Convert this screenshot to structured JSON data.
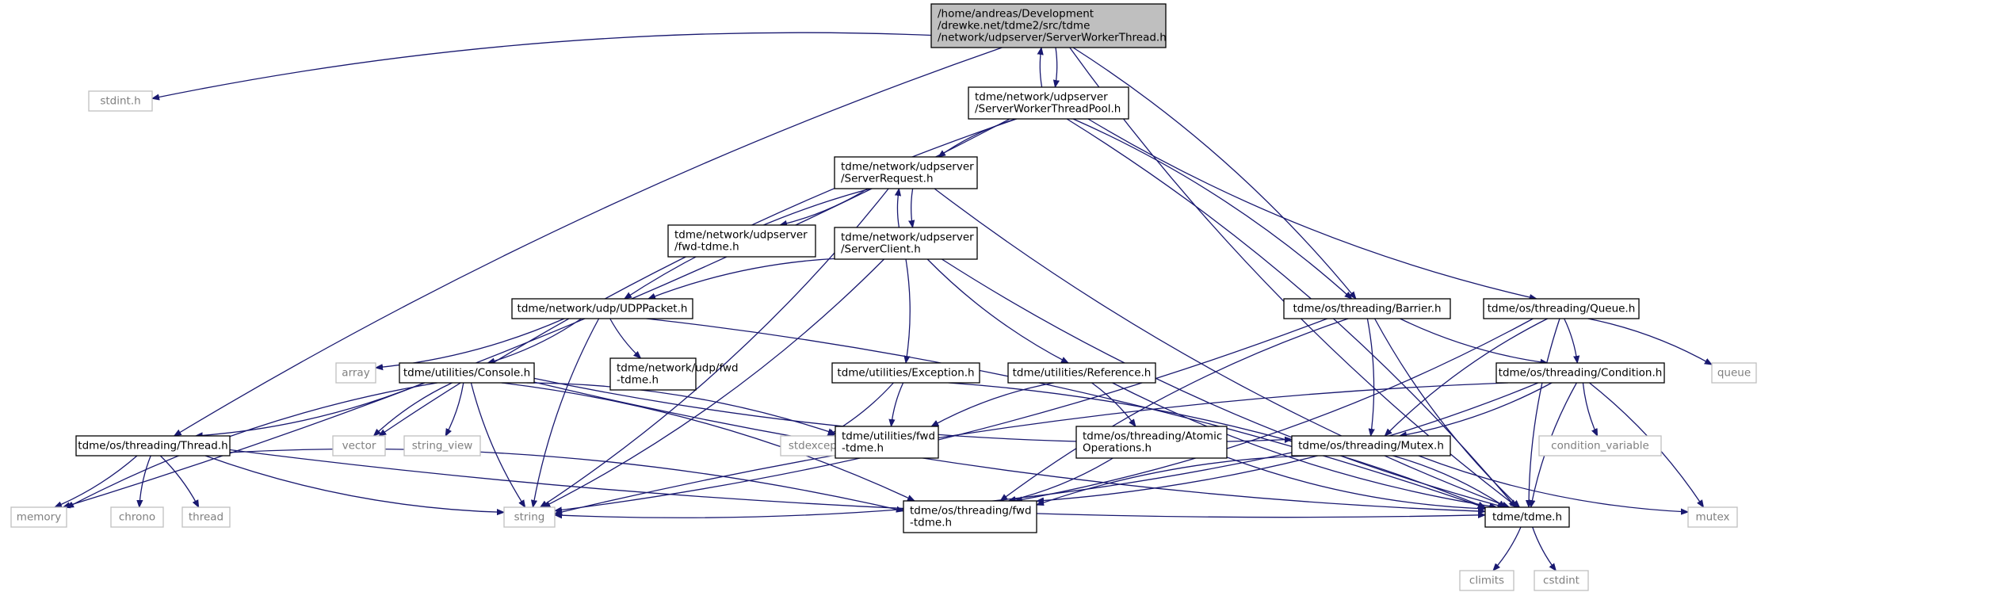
{
  "diagram": {
    "type": "include-dependency-graph",
    "colors": {
      "edge": "#191970",
      "root_fill": "#bfbfbf",
      "system_border": "#bfbfbf",
      "system_text": "#7f7f7f"
    },
    "nodes": [
      {
        "id": "root",
        "lines": [
          "/home/andreas/Development",
          "/drewke.net/tdme2/src/tdme",
          "/network/udpserver/ServerWorkerThread.h"
        ],
        "kind": "root"
      },
      {
        "id": "stdint",
        "lines": [
          "stdint.h"
        ],
        "kind": "system"
      },
      {
        "id": "pool",
        "lines": [
          "tdme/network/udpserver",
          "/ServerWorkerThreadPool.h"
        ],
        "kind": "header"
      },
      {
        "id": "request",
        "lines": [
          "tdme/network/udpserver",
          "/ServerRequest.h"
        ],
        "kind": "header"
      },
      {
        "id": "fwd_udpserver",
        "lines": [
          "tdme/network/udpserver",
          "/fwd-tdme.h"
        ],
        "kind": "header"
      },
      {
        "id": "client",
        "lines": [
          "tdme/network/udpserver",
          "/ServerClient.h"
        ],
        "kind": "header"
      },
      {
        "id": "udppacket",
        "lines": [
          "tdme/network/udp/UDPPacket.h"
        ],
        "kind": "header"
      },
      {
        "id": "barrier",
        "lines": [
          "tdme/os/threading/Barrier.h"
        ],
        "kind": "header"
      },
      {
        "id": "queue_h",
        "lines": [
          "tdme/os/threading/Queue.h"
        ],
        "kind": "header"
      },
      {
        "id": "array",
        "lines": [
          "array"
        ],
        "kind": "system"
      },
      {
        "id": "fwd_udp",
        "lines": [
          "tdme/network/udp/fwd",
          "-tdme.h"
        ],
        "kind": "header"
      },
      {
        "id": "console",
        "lines": [
          "tdme/utilities/Console.h"
        ],
        "kind": "header"
      },
      {
        "id": "exception",
        "lines": [
          "tdme/utilities/Exception.h"
        ],
        "kind": "header"
      },
      {
        "id": "reference",
        "lines": [
          "tdme/utilities/Reference.h"
        ],
        "kind": "header"
      },
      {
        "id": "queue",
        "lines": [
          "queue"
        ],
        "kind": "system"
      },
      {
        "id": "condition",
        "lines": [
          "tdme/os/threading/Condition.h"
        ],
        "kind": "header"
      },
      {
        "id": "thread_h",
        "lines": [
          "tdme/os/threading/Thread.h"
        ],
        "kind": "header"
      },
      {
        "id": "vector",
        "lines": [
          "vector"
        ],
        "kind": "system"
      },
      {
        "id": "string_view",
        "lines": [
          "string_view"
        ],
        "kind": "system"
      },
      {
        "id": "stdexcept",
        "lines": [
          "stdexcept"
        ],
        "kind": "system"
      },
      {
        "id": "fwd_utilities",
        "lines": [
          "tdme/utilities/fwd",
          "-tdme.h"
        ],
        "kind": "header"
      },
      {
        "id": "atomic",
        "lines": [
          "tdme/os/threading/Atomic",
          "Operations.h"
        ],
        "kind": "header"
      },
      {
        "id": "mutex_h",
        "lines": [
          "tdme/os/threading/Mutex.h"
        ],
        "kind": "header"
      },
      {
        "id": "condvar",
        "lines": [
          "condition_variable"
        ],
        "kind": "system"
      },
      {
        "id": "memory",
        "lines": [
          "memory"
        ],
        "kind": "system"
      },
      {
        "id": "chrono",
        "lines": [
          "chrono"
        ],
        "kind": "system"
      },
      {
        "id": "thread",
        "lines": [
          "thread"
        ],
        "kind": "system"
      },
      {
        "id": "string",
        "lines": [
          "string"
        ],
        "kind": "system"
      },
      {
        "id": "fwd_threading",
        "lines": [
          "tdme/os/threading/fwd",
          "-tdme.h"
        ],
        "kind": "header"
      },
      {
        "id": "tdme_h",
        "lines": [
          "tdme/tdme.h"
        ],
        "kind": "header"
      },
      {
        "id": "mutex",
        "lines": [
          "mutex"
        ],
        "kind": "system"
      },
      {
        "id": "climits",
        "lines": [
          "climits"
        ],
        "kind": "system"
      },
      {
        "id": "cstdint",
        "lines": [
          "cstdint"
        ],
        "kind": "system"
      }
    ],
    "edges": [
      [
        "root",
        "stdint"
      ],
      [
        "root",
        "pool"
      ],
      [
        "root",
        "thread_h"
      ],
      [
        "root",
        "barrier"
      ],
      [
        "root",
        "tdme_h"
      ],
      [
        "pool",
        "root"
      ],
      [
        "pool",
        "request"
      ],
      [
        "pool",
        "barrier"
      ],
      [
        "pool",
        "queue_h"
      ],
      [
        "pool",
        "memory"
      ],
      [
        "pool",
        "vector"
      ],
      [
        "pool",
        "tdme_h"
      ],
      [
        "request",
        "client"
      ],
      [
        "request",
        "fwd_udpserver"
      ],
      [
        "request",
        "udppacket"
      ],
      [
        "request",
        "string"
      ],
      [
        "request",
        "tdme_h"
      ],
      [
        "client",
        "request"
      ],
      [
        "client",
        "udppacket"
      ],
      [
        "client",
        "exception"
      ],
      [
        "client",
        "reference"
      ],
      [
        "client",
        "string"
      ],
      [
        "client",
        "tdme_h"
      ],
      [
        "udppacket",
        "array"
      ],
      [
        "udppacket",
        "fwd_udp"
      ],
      [
        "udppacket",
        "console"
      ],
      [
        "udppacket",
        "string"
      ],
      [
        "udppacket",
        "tdme_h"
      ],
      [
        "barrier",
        "condition"
      ],
      [
        "barrier",
        "mutex_h"
      ],
      [
        "barrier",
        "fwd_threading"
      ],
      [
        "barrier",
        "string"
      ],
      [
        "barrier",
        "tdme_h"
      ],
      [
        "queue_h",
        "condition"
      ],
      [
        "queue_h",
        "mutex_h"
      ],
      [
        "queue_h",
        "queue"
      ],
      [
        "queue_h",
        "tdme_h"
      ],
      [
        "queue_h",
        "fwd_threading"
      ],
      [
        "console",
        "memory"
      ],
      [
        "console",
        "thread_h"
      ],
      [
        "console",
        "vector"
      ],
      [
        "console",
        "string_view"
      ],
      [
        "console",
        "string"
      ],
      [
        "console",
        "fwd_utilities"
      ],
      [
        "console",
        "mutex_h"
      ],
      [
        "console",
        "fwd_threading"
      ],
      [
        "console",
        "tdme_h"
      ],
      [
        "exception",
        "stdexcept"
      ],
      [
        "exception",
        "fwd_utilities"
      ],
      [
        "exception",
        "tdme_h"
      ],
      [
        "reference",
        "fwd_utilities"
      ],
      [
        "reference",
        "atomic"
      ],
      [
        "reference",
        "tdme_h"
      ],
      [
        "condition",
        "mutex_h"
      ],
      [
        "condition",
        "condvar"
      ],
      [
        "condition",
        "mutex"
      ],
      [
        "condition",
        "tdme_h"
      ],
      [
        "condition",
        "fwd_threading"
      ],
      [
        "condition",
        "string"
      ],
      [
        "thread_h",
        "memory"
      ],
      [
        "thread_h",
        "chrono"
      ],
      [
        "thread_h",
        "thread"
      ],
      [
        "thread_h",
        "string"
      ],
      [
        "thread_h",
        "fwd_threading"
      ],
      [
        "thread_h",
        "tdme_h"
      ],
      [
        "atomic",
        "fwd_threading"
      ],
      [
        "atomic",
        "tdme_h"
      ],
      [
        "mutex_h",
        "string"
      ],
      [
        "mutex_h",
        "fwd_threading"
      ],
      [
        "mutex_h",
        "tdme_h"
      ],
      [
        "mutex_h",
        "mutex"
      ],
      [
        "tdme_h",
        "climits"
      ],
      [
        "tdme_h",
        "cstdint"
      ]
    ]
  }
}
